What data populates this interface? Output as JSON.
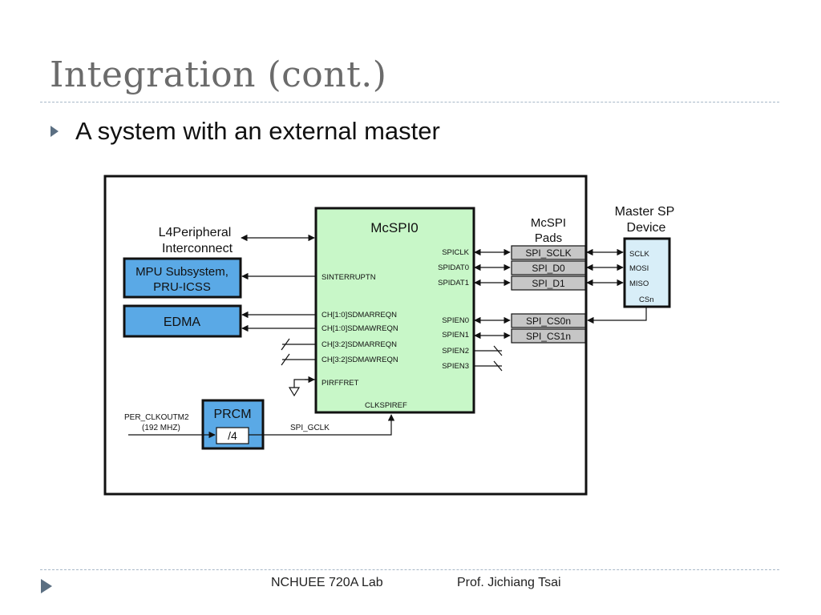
{
  "slide": {
    "title": "Integration (cont.)",
    "bullet": "A system with an external master",
    "footer_center": "NCHUEE 720A Lab",
    "footer_right": "Prof. Jichiang Tsai"
  },
  "colors": {
    "title": "#6b6b6b",
    "rule": "#a8b8c8",
    "bullet_arrow": "#5b6f82",
    "block_blue": "#5aa9e6",
    "mcspi_green": "#c8f7c8",
    "pad_gray": "#c6c6c6",
    "device_blue": "#d8eef8"
  },
  "diagram": {
    "l4_line1": "L4Peripheral",
    "l4_line2": "Interconnect",
    "mpu_line1": "MPU Subsystem,",
    "mpu_line2": "PRU-ICSS",
    "edma": "EDMA",
    "prcm": "PRCM",
    "divider": "/4",
    "per_clk_line1": "PER_CLKOUTM2",
    "per_clk_line2": "(192 MHZ)",
    "spi_gclk": "SPI_GCLK",
    "mcspi_title": "McSPI0",
    "sinterruptn": "SINTERRUPTN",
    "sdma": [
      "CH[1:0]SDMARREQN",
      "CH[1:0]SDMAWREQN",
      "CH[3:2]SDMARREQN",
      "CH[3:2]SDMAWREQN"
    ],
    "pirffret": "PIRFFRET",
    "clkspiref": "CLKSPIREF",
    "right_signals": [
      "SPICLK",
      "SPIDAT0",
      "SPIDAT1",
      "SPIEN0",
      "SPIEN1",
      "SPIEN2",
      "SPIEN3"
    ],
    "pads_line1": "McSPI",
    "pads_line2": "Pads",
    "pads": [
      "SPI_SCLK",
      "SPI_D0",
      "SPI_D1",
      "SPI_CS0n",
      "SPI_CS1n"
    ],
    "master_line1": "Master SP",
    "master_line2": "Device",
    "master_pins": [
      "SCLK",
      "MOSI",
      "MISO",
      "CSn"
    ]
  }
}
